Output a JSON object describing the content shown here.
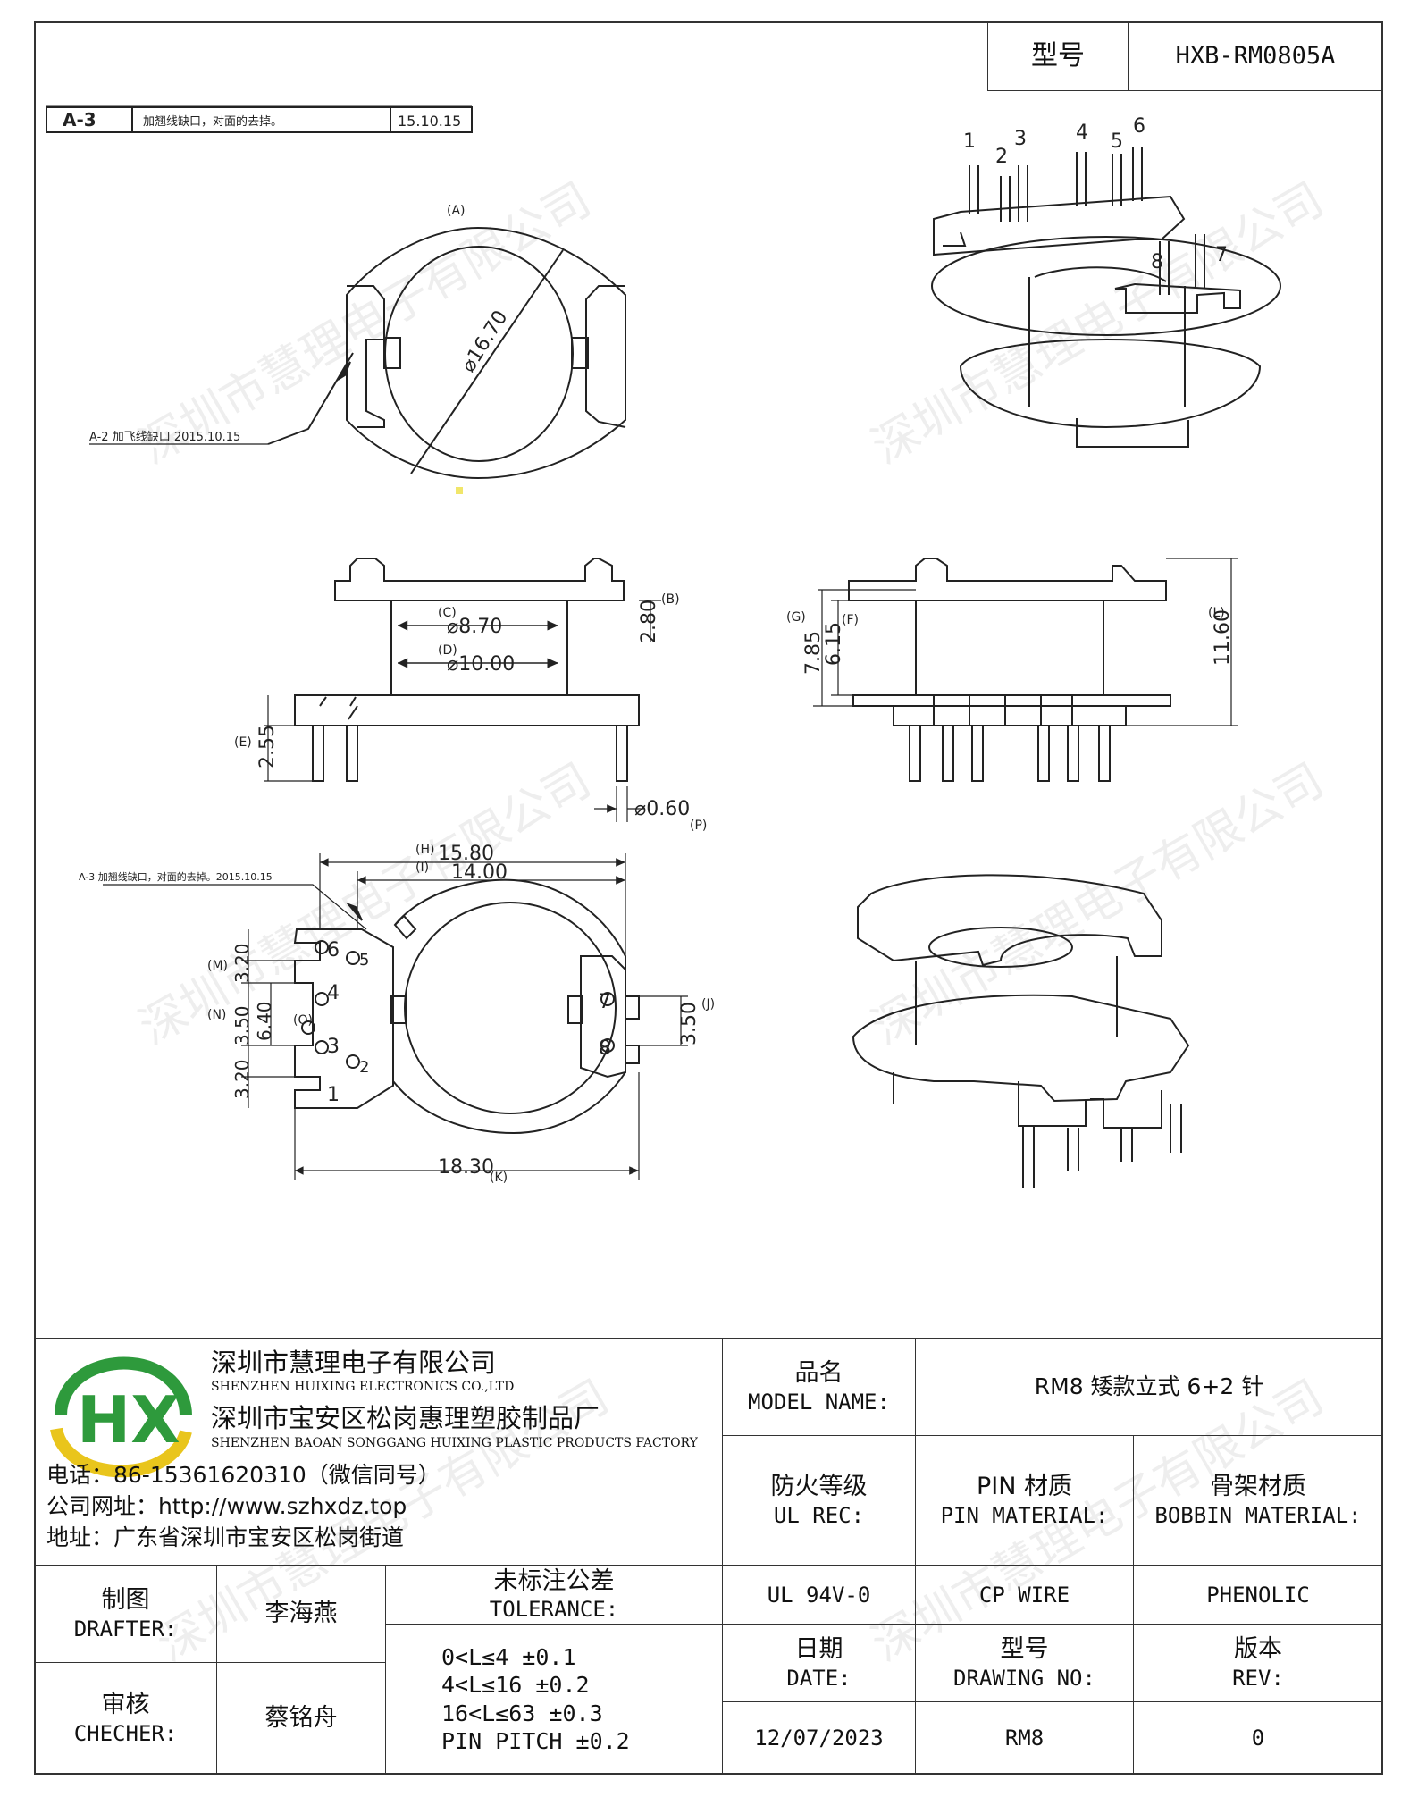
{
  "header": {
    "model_label": "型号",
    "model_value": "HXB-RM0805A"
  },
  "revision_note": {
    "code": "A-3",
    "text": "加翘线缺口，对面的去掉。",
    "date": "15.10.15"
  },
  "annotations": {
    "a": "(A)",
    "a2": "A-2  加飞线缺口 2015.10.15",
    "a3": "A-3  加翘线缺口，对面的去掉。2015.10.15",
    "dim_diameter_top": "⌀16.70",
    "dim_b": "2.80",
    "dim_b_tag": "(B)",
    "dim_c": "⌀8.70",
    "dim_c_tag": "(C)",
    "dim_d": "⌀10.00",
    "dim_d_tag": "(D)",
    "dim_e": "2.55",
    "dim_e_tag": "(E)",
    "dim_p": "⌀0.60",
    "dim_p_tag": "(P)",
    "dim_g": "7.85",
    "dim_g_tag": "(G)",
    "dim_f": "6.15",
    "dim_f_tag": "(F)",
    "dim_l": "11.60",
    "dim_l_tag": "(L)",
    "dim_h": "15.80",
    "dim_h_tag": "(H)",
    "dim_i": "14.00",
    "dim_i_tag": "(I)",
    "dim_k": "18.30",
    "dim_k_tag": "(K)",
    "dim_j": "3.50",
    "dim_j_tag": "(J)",
    "dim_m": "3.20",
    "dim_m_tag": "(M)",
    "dim_n": "3.50",
    "dim_n_tag": "(N)",
    "dim_o": "6.40",
    "dim_o_tag": "(O)",
    "dim_m2": "3.20",
    "pins": [
      "1",
      "2",
      "3",
      "4",
      "5",
      "6",
      "7",
      "8"
    ]
  },
  "company": {
    "name_cn": "深圳市慧理电子有限公司",
    "name_en": "SHENZHEN HUIXING ELECTRONICS CO.,LTD",
    "factory_cn": "深圳市宝安区松岗惠理塑胶制品厂",
    "factory_en": "SHENZHEN BAOAN SONGGANG HUIXING PLASTIC PRODUCTS FACTORY",
    "phone": "电话：86-15361620310（微信同号）",
    "website": "公司网址：http://www.szhxdz.top",
    "address": "地址：广东省深圳市宝安区松岗街道",
    "logo_text": "HX",
    "colors": {
      "logo_green": "#2e9a3c",
      "logo_yellow": "#e9c51c"
    }
  },
  "title_block": {
    "model_name_cn": "品名",
    "model_name_en": "MODEL NAME:",
    "model_name_value": "RM8 矮款立式 6+2 针",
    "ul_cn": "防火等级",
    "ul_en": "UL REC:",
    "pin_mat_cn": "PIN 材质",
    "pin_mat_en": "PIN MATERIAL:",
    "bobbin_mat_cn": "骨架材质",
    "bobbin_mat_en": "BOBBIN MATERIAL:",
    "ul_value": "UL 94V-0",
    "pin_mat_value": "CP WIRE",
    "bobbin_mat_value": "PHENOLIC",
    "drafter_cn": "制图",
    "drafter_en": "DRAFTER:",
    "drafter_name": "李海燕",
    "checker_cn": "审核",
    "checker_en": "CHECHER:",
    "checker_name": "蔡铭舟",
    "tolerance_cn": "未标注公差",
    "tolerance_en": "TOLERANCE:",
    "tolerance_lines": [
      "0<L≤4  ±0.1",
      "4<L≤16 ±0.2",
      "16<L≤63 ±0.3",
      "PIN PITCH ±0.2"
    ],
    "date_cn": "日期",
    "date_en": "DATE:",
    "date_value": "12/07/2023",
    "drawing_cn": "型号",
    "drawing_en": "DRAWING NO:",
    "drawing_value": "RM8",
    "rev_cn": "版本",
    "rev_en": "REV:",
    "rev_value": "0"
  },
  "watermark": "深圳市慧理电子有限公司"
}
